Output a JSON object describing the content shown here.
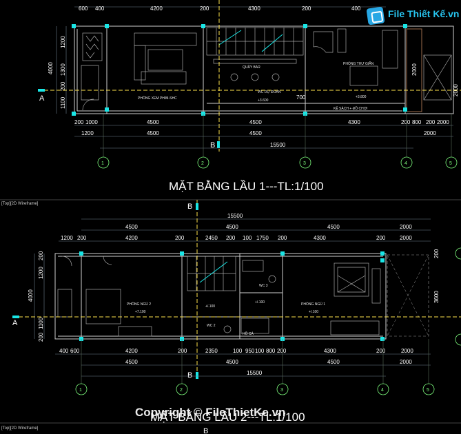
{
  "window": {
    "viewport_top": "[Top][2D Wireframe]",
    "viewport_bottom": "[Top][2D Wireframe]"
  },
  "logo": {
    "text": "File Thiết Kế.vn"
  },
  "watermark": "Copyright © FileThietKe.vn",
  "plan1": {
    "title": "MẶT BẰNG LẦU 1---TL:1/100",
    "top_dims": [
      "600",
      "400",
      "4200",
      "200",
      "4300",
      "200",
      "400"
    ],
    "left_dims": [
      "1200",
      "1300",
      "4000",
      "200",
      "1100"
    ],
    "right_dims": [
      "2000",
      "2000"
    ],
    "bottom_row1": [
      "200",
      "1000",
      "4500",
      "4500",
      "4300",
      "200",
      "800",
      "200",
      "2000"
    ],
    "bottom_row2": [
      "1200",
      "4500",
      "4500",
      "2000"
    ],
    "total": "15500",
    "rooms": [
      "PHÒNG XEM PHIM-SHC",
      "QUẦY BAR",
      "WC DỰ ĐOÁN",
      "PHÒNG THƯ GIÃN",
      "KỆ SÁCH + ĐỒ CHƠI"
    ],
    "levels": [
      "+3.600",
      "+3.800"
    ],
    "misc_dim": "700",
    "axes": [
      "1",
      "2",
      "3",
      "4",
      "5"
    ],
    "section_a": "A",
    "section_b": "B"
  },
  "plan2": {
    "title": "MẶT BẰNG LẦU 2---TL:1/100",
    "total_top": "15500",
    "top_row1": [
      "4500",
      "4500",
      "4500",
      "2000"
    ],
    "top_row2": [
      "1200",
      "200",
      "4200",
      "200",
      "2450",
      "200",
      "100",
      "1750",
      "200",
      "4300",
      "200",
      "2000"
    ],
    "left_dims": [
      "200",
      "1200",
      "4000",
      "1100",
      "200"
    ],
    "right_dims": [
      "3600",
      "200"
    ],
    "bottom_row1": [
      "400",
      "600",
      "4200",
      "200",
      "2350",
      "100",
      "950",
      "100",
      "800",
      "200",
      "4300",
      "200",
      "2000"
    ],
    "bottom_row2": [
      "4500",
      "4500",
      "4500",
      "2000"
    ],
    "total_bottom": "15500",
    "rooms": [
      "PHÒNG NGỦ 2",
      "PHÒNG NGỦ 1",
      "WC 3",
      "WC 2",
      "HỒ CÁ"
    ],
    "levels": [
      "+7.100",
      "+/.100",
      "+/.100",
      "+/.100"
    ],
    "axes": [
      "1",
      "2",
      "3",
      "4",
      "5"
    ],
    "section_a": "A",
    "section_b": "B"
  }
}
